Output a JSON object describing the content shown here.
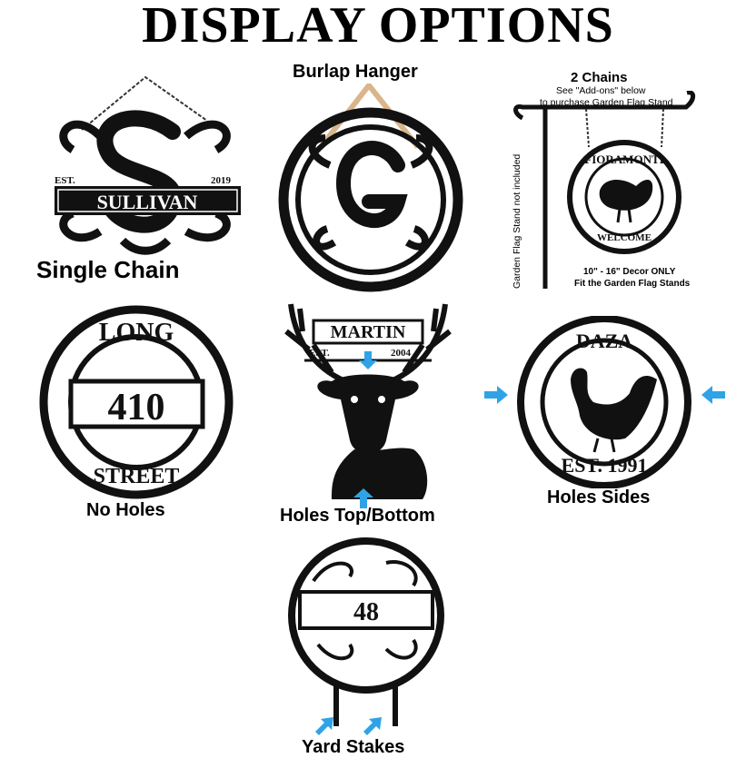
{
  "page": {
    "title": "DISPLAY OPTIONS"
  },
  "options": {
    "single_chain": {
      "label": "Single Chain",
      "est": "EST.",
      "year": "2019",
      "name": "SULLIVAN"
    },
    "burlap": {
      "label": "Burlap Hanger"
    },
    "two_chains": {
      "label": "2 Chains",
      "note_line1": "See \"Add-ons\" below",
      "note_line2": "to purchase Garden Flag Stand",
      "side_note": "Garden Flag Stand not included",
      "sign_name": "FIORAMONTI",
      "sign_word": "WELCOME",
      "fit_line1": "10\" - 16\" Decor ONLY",
      "fit_line2": "Fit the Garden Flag Stands"
    },
    "no_holes": {
      "label": "No Holes",
      "top": "LONG",
      "number": "410",
      "bottom": "STREET"
    },
    "holes_top_bottom": {
      "label": "Holes Top/Bottom",
      "name": "MARTIN",
      "est": "EST.",
      "year": "2004"
    },
    "holes_sides": {
      "label": "Holes Sides",
      "name": "DAZA",
      "est": "EST. 1991"
    },
    "yard_stakes": {
      "label": "Yard Stakes",
      "number": "48"
    }
  },
  "colors": {
    "metal": "#111111",
    "arrow": "#2fa3e6",
    "hanger": "#d9b68a"
  }
}
